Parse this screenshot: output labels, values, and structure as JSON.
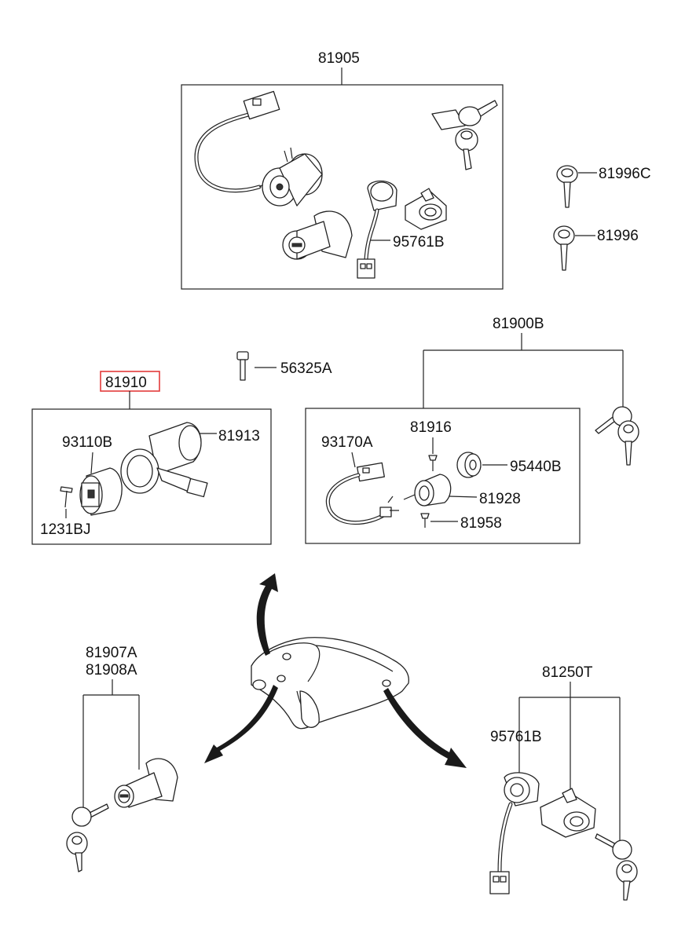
{
  "labels": {
    "p81905": "81905",
    "p81996C": "81996C",
    "p81996": "81996",
    "p95761B_top": "95761B",
    "p81900B": "81900B",
    "p56325A": "56325A",
    "p81910": "81910",
    "p93110B": "93110B",
    "p81913": "81913",
    "p1231BJ": "1231BJ",
    "p93170A": "93170A",
    "p81916": "81916",
    "p95440B": "95440B",
    "p81928": "81928",
    "p81958": "81958",
    "p81907A": "81907A",
    "p81908A": "81908A",
    "p81250T": "81250T",
    "p95761B_bottom": "95761B"
  },
  "highlight": {
    "part": "81910",
    "color": "#e23b3b"
  }
}
